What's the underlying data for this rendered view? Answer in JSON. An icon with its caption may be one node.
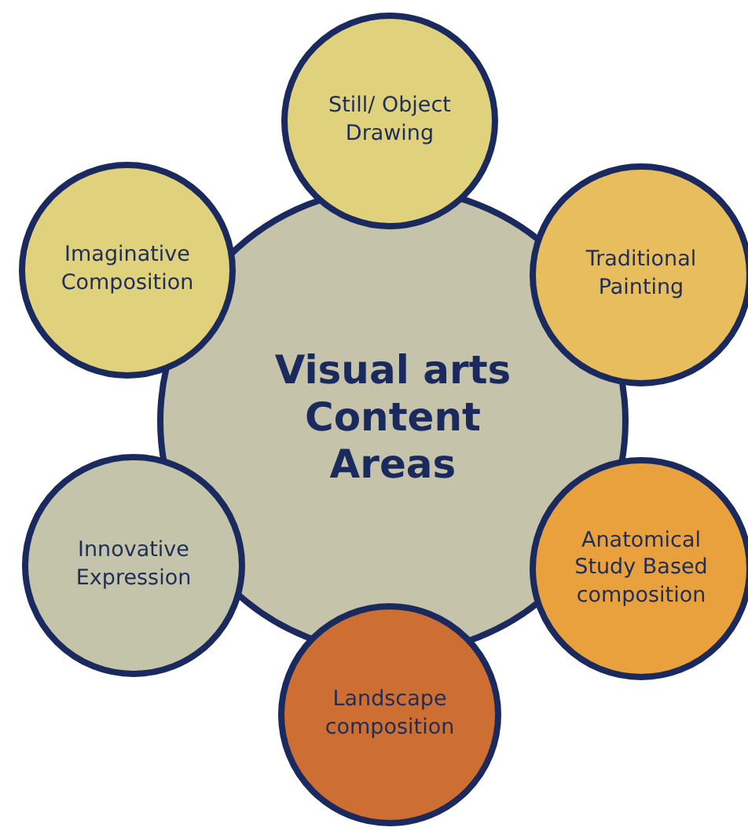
{
  "diagram": {
    "nodes": [
      {
        "text": [
          "Visual arts Content Areas"
        ]
      },
      {
        "text": [
          "Still/ Object Drawing"
        ]
      },
      {
        "text": [
          "Traditional Painting"
        ]
      },
      {
        "text": [
          "Anatomical Study Based composition"
        ]
      },
      {
        "text": [
          "Landscape composition"
        ]
      },
      {
        "text": [
          "Innovative Expression"
        ]
      },
      {
        "text": [
          "Imaginative Composition"
        ]
      }
    ]
  }
}
